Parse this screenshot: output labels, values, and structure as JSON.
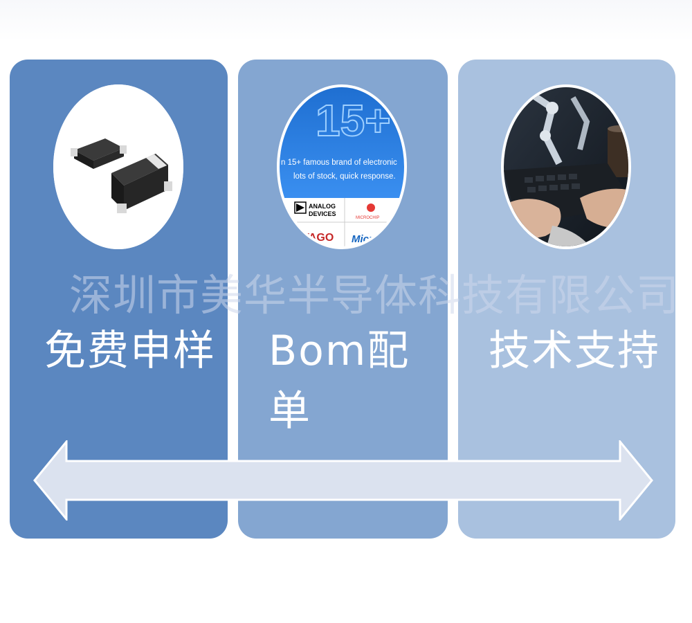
{
  "watermark": "深圳市美华半导体科技有限公司",
  "panels": [
    {
      "label": "免费申样",
      "color": "#5b87c0",
      "image": "smd-diode-icon"
    },
    {
      "label": "Bom配单",
      "color": "#84a6d1",
      "image": "brands-collage"
    },
    {
      "label": "技术支持",
      "color": "#a9c1df",
      "image": "engineer-keyboard-photo"
    }
  ],
  "brands": {
    "big_number": "15+",
    "line1": "n 15+ famous brand of electronic",
    "line2": "lots of stock, quick response.",
    "logo1": "ANALOG DEVICES",
    "logo1_a": "ANALOG",
    "logo1_b": "DEVICES",
    "logo2": "MICROCHIP",
    "logo3": "AVAGO",
    "logo4": "Micro"
  },
  "arrow": {
    "fill": "#dbe2ef",
    "stroke": "#ffffff"
  }
}
